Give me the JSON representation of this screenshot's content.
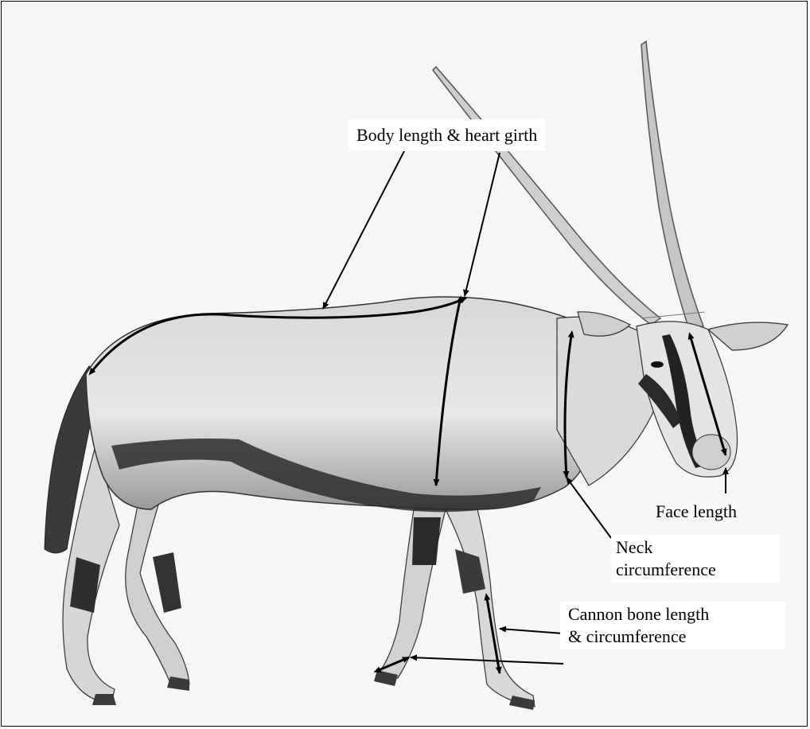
{
  "labels": {
    "body": "Body length & heart girth",
    "face": "Face length",
    "neck": [
      "Neck",
      "circumference"
    ],
    "cannon": [
      "Cannon bone length",
      "& circumference"
    ]
  },
  "colors": {
    "background": "#f6f6f6",
    "ink": "#000000",
    "animal_light": "#e2e2e2",
    "animal_mid": "#b8b8b8",
    "animal_dark": "#2a2a2a"
  }
}
